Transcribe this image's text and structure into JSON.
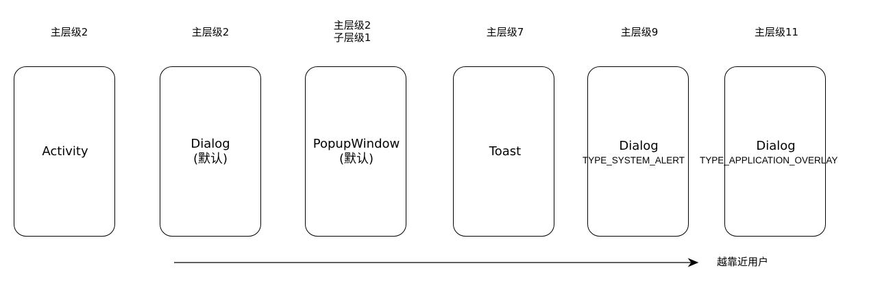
{
  "columns": [
    {
      "level": [
        "主层级2"
      ],
      "label": [
        "Activity"
      ]
    },
    {
      "level": [
        "主层级2"
      ],
      "label": [
        "Dialog",
        "(默认)"
      ]
    },
    {
      "level": [
        "主层级2",
        "子层级1"
      ],
      "label": [
        "PopupWindow",
        "(默认)"
      ]
    },
    {
      "level": [
        "主层级7"
      ],
      "label": [
        "Toast"
      ]
    },
    {
      "level": [
        "主层级9"
      ],
      "label": [
        "Dialog"
      ],
      "type": "TYPE_SYSTEM_ALERT"
    },
    {
      "level": [
        "主层级11"
      ],
      "label": [
        "Dialog"
      ],
      "type": "TYPE_APPLICATION_OVERLAY"
    }
  ],
  "arrow_label": "越靠近用户"
}
